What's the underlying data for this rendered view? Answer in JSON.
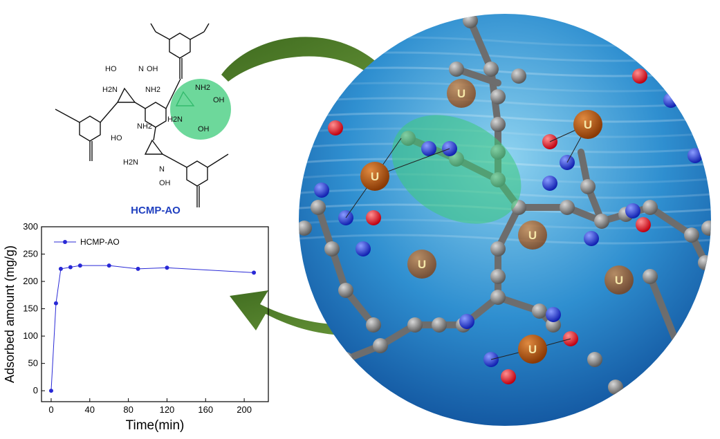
{
  "compound": {
    "name": "HCMP-AO",
    "name_color": "#1f3fbf",
    "groups": {
      "oxime": "N",
      "hydroxyl": "OH",
      "hydroxyl_prefix": "HO",
      "amine": "NH2",
      "amine_prefix": "H2N"
    }
  },
  "scene": {
    "ion_label": "U",
    "ion_count": 7,
    "colors": {
      "water_light": "#8fd3f0",
      "water_dark": "#0f4f9a",
      "carbon": "#7a7a7a",
      "nitrogen": "#1d2fd6",
      "oxygen": "#e0101a",
      "uranium": "#b4520f",
      "highlight": "#3ccb7a",
      "arrow": "#4e7a2a"
    }
  },
  "chart_data": {
    "type": "line",
    "x": [
      0,
      5,
      10,
      20,
      30,
      60,
      90,
      120,
      210
    ],
    "series": [
      {
        "name": "HCMP-AO",
        "values": [
          0,
          160,
          223,
          226,
          229,
          229,
          223,
          225,
          216
        ],
        "color": "#2929d6"
      }
    ],
    "xlabel": "Time(min)",
    "ylabel": "Adsorbed amount (mg/g)",
    "xlim": [
      -10,
      225
    ],
    "ylim": [
      -20,
      300
    ],
    "xticks": [
      0,
      40,
      80,
      120,
      160,
      200
    ],
    "yticks": [
      0,
      50,
      100,
      150,
      200,
      250,
      300
    ],
    "legend": "top-left",
    "grid": false
  }
}
